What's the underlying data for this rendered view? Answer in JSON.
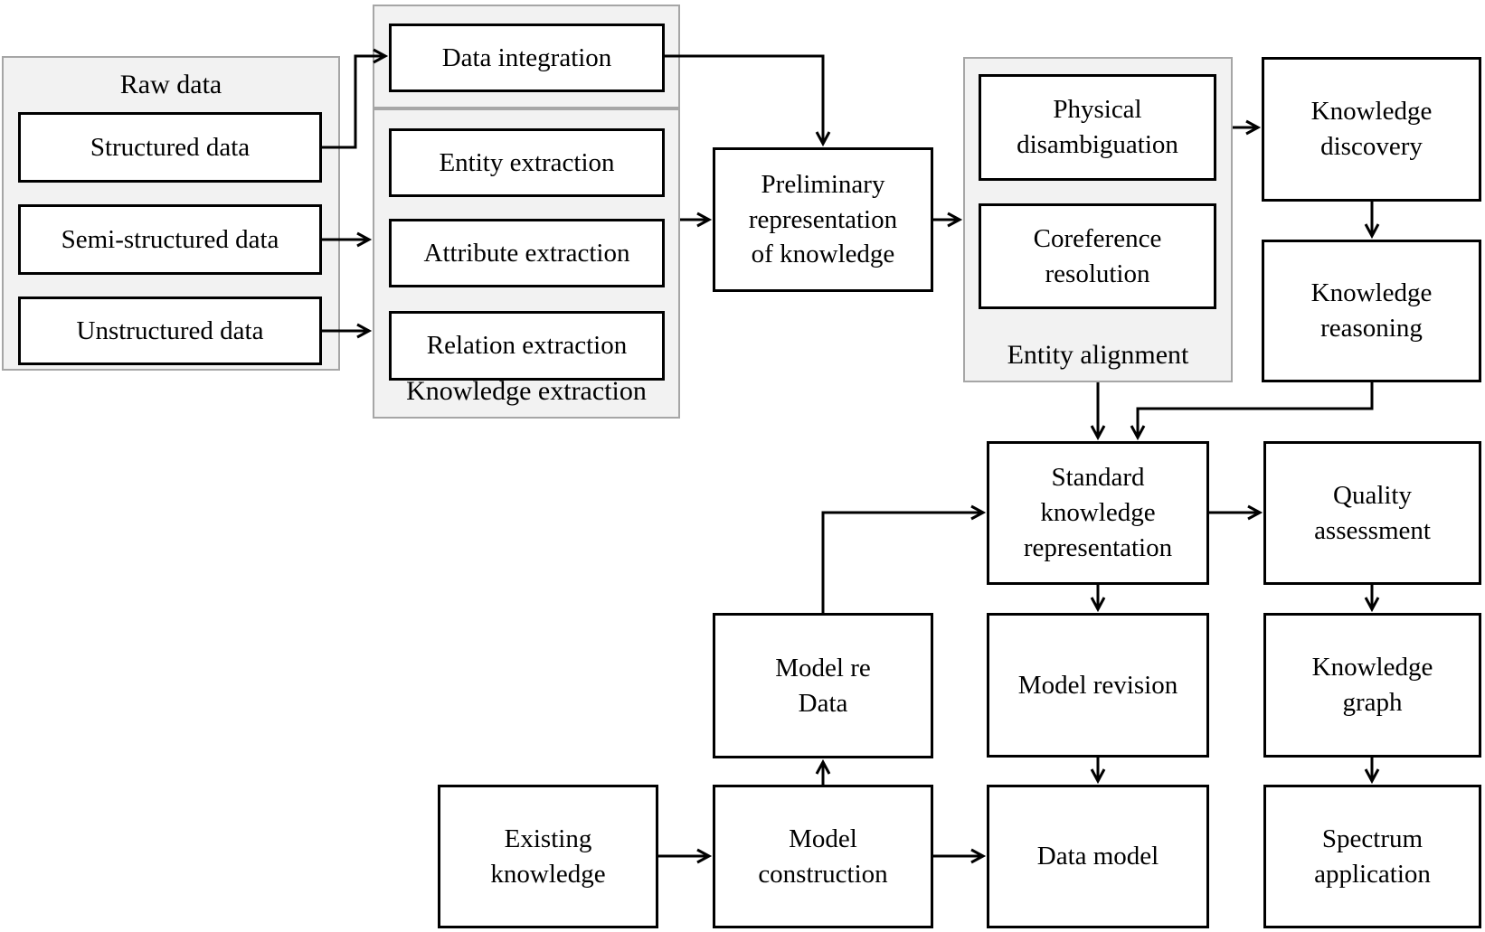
{
  "diagram": {
    "type": "flowchart",
    "colors": {
      "background": "#ffffff",
      "panel_fill": "#f2f2f2",
      "panel_border": "#a6a6a6",
      "box_fill": "#ffffff",
      "box_border": "#000000",
      "arrow": "#000000",
      "text": "#000000"
    },
    "groups": {
      "raw_data": {
        "label": "Raw data"
      },
      "knowledge_extraction": {
        "label": "Knowledge extraction"
      },
      "entity_alignment": {
        "label": "Entity alignment"
      }
    },
    "nodes": {
      "structured_data": {
        "label": "Structured data"
      },
      "semi_structured_data": {
        "label": "Semi-structured data"
      },
      "unstructured_data": {
        "label": "Unstructured data"
      },
      "data_integration": {
        "label": "Data integration"
      },
      "entity_extraction": {
        "label": "Entity extraction"
      },
      "attribute_extraction": {
        "label": "Attribute extraction"
      },
      "relation_extraction": {
        "label": "Relation extraction"
      },
      "preliminary": {
        "label": "Preliminary\nrepresentation\nof knowledge"
      },
      "physical_disambiguation": {
        "label": "Physical\ndisambiguation"
      },
      "coreference_resolution": {
        "label": "Coreference\nresolution"
      },
      "knowledge_discovery": {
        "label": "Knowledge\ndiscovery"
      },
      "knowledge_reasoning": {
        "label": "Knowledge\nreasoning"
      },
      "standard_knowledge_representation": {
        "label": "Standard\nknowledge\nrepresentation"
      },
      "quality_assessment": {
        "label": "Quality\nassessment"
      },
      "model_re_data": {
        "label": "Model re\nData"
      },
      "model_revision": {
        "label": "Model revision"
      },
      "knowledge_graph": {
        "label": "Knowledge\ngraph"
      },
      "existing_knowledge": {
        "label": "Existing\nknowledge"
      },
      "model_construction": {
        "label": "Model\nconstruction"
      },
      "data_model": {
        "label": "Data model"
      },
      "spectrum_application": {
        "label": "Spectrum\napplication"
      }
    },
    "edges": [
      {
        "from": "structured_data",
        "to": "data_integration"
      },
      {
        "from": "semi_structured_data",
        "to": "knowledge_extraction"
      },
      {
        "from": "unstructured_data",
        "to": "knowledge_extraction"
      },
      {
        "from": "data_integration",
        "to": "preliminary"
      },
      {
        "from": "knowledge_extraction",
        "to": "preliminary"
      },
      {
        "from": "preliminary",
        "to": "entity_alignment"
      },
      {
        "from": "entity_alignment",
        "to": "knowledge_discovery"
      },
      {
        "from": "knowledge_discovery",
        "to": "knowledge_reasoning"
      },
      {
        "from": "entity_alignment",
        "to": "standard_knowledge_representation"
      },
      {
        "from": "knowledge_reasoning",
        "to": "standard_knowledge_representation"
      },
      {
        "from": "model_re_data",
        "to": "standard_knowledge_representation"
      },
      {
        "from": "standard_knowledge_representation",
        "to": "quality_assessment"
      },
      {
        "from": "standard_knowledge_representation",
        "to": "model_revision"
      },
      {
        "from": "quality_assessment",
        "to": "knowledge_graph"
      },
      {
        "from": "model_revision",
        "to": "data_model"
      },
      {
        "from": "knowledge_graph",
        "to": "spectrum_application"
      },
      {
        "from": "existing_knowledge",
        "to": "model_construction"
      },
      {
        "from": "model_construction",
        "to": "model_re_data"
      },
      {
        "from": "model_construction",
        "to": "data_model"
      }
    ]
  }
}
